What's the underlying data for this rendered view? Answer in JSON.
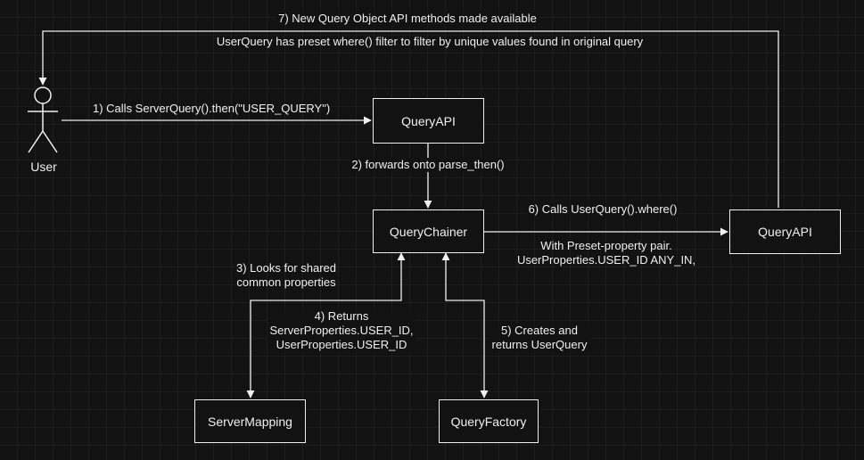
{
  "actor": {
    "label": "User",
    "icon": "stick-figure-icon"
  },
  "nodes": {
    "query_api_top": "QueryAPI",
    "query_chainer": "QueryChainer",
    "query_api_right": "QueryAPI",
    "server_mapping": "ServerMapping",
    "query_factory": "QueryFactory"
  },
  "edges": {
    "step1": "1)  Calls ServerQuery().then(\"USER_QUERY\")",
    "step2": "2) forwards onto parse_then()",
    "step3": [
      "3) Looks for shared",
      "common properties"
    ],
    "step4": [
      "4) Returns",
      "ServerProperties.USER_ID,",
      "UserProperties.USER_ID"
    ],
    "step5": [
      "5) Creates and",
      "returns UserQuery"
    ],
    "step6": "6) Calls UserQuery().where()",
    "step6_detail": [
      "With Preset-property pair.",
      "UserProperties.USER_ID ANY_IN,"
    ],
    "step7": "7) New Query Object API methods made available",
    "step7_detail": "UserQuery has preset where() filter to filter by unique values found in original query"
  },
  "colors": {
    "background": "#121212",
    "stroke": "#f0f0f0"
  }
}
